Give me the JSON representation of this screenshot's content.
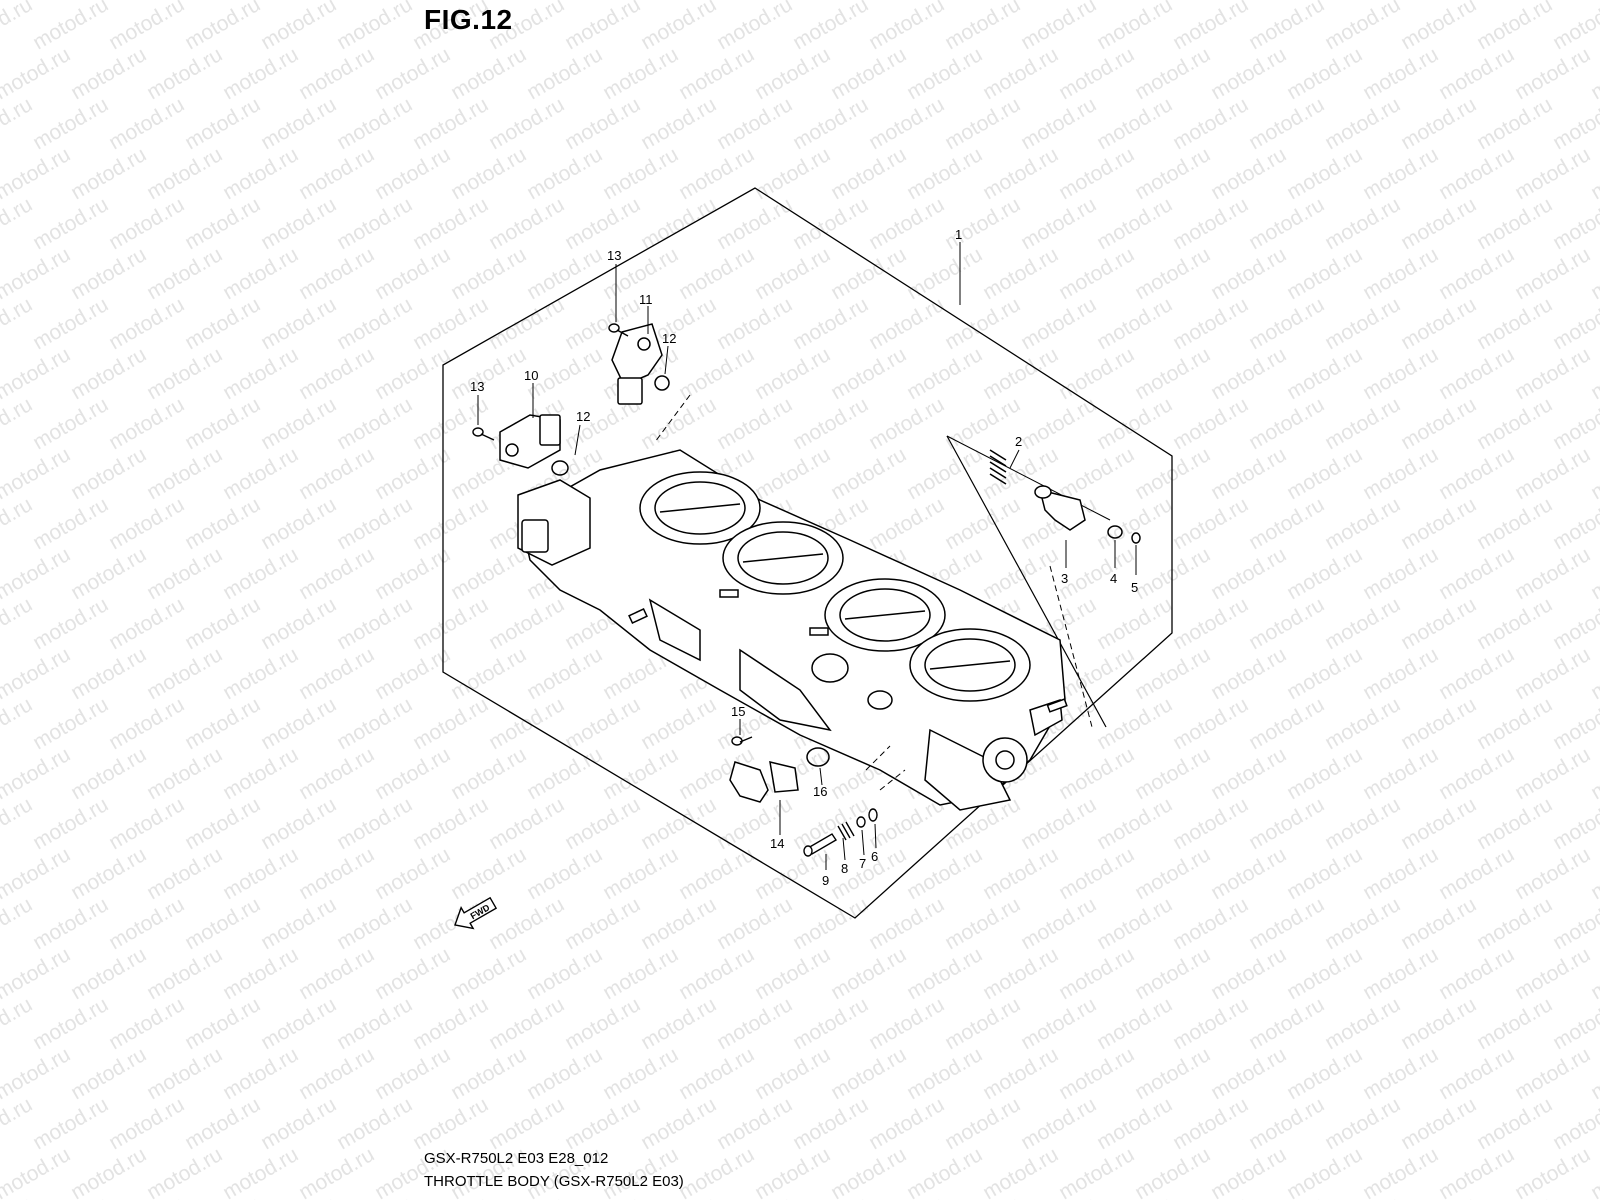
{
  "figure": {
    "title": "FIG.12",
    "model_code": "GSX-R750L2 E03 E28_012",
    "assembly_name": "THROTTLE BODY (GSX-R750L2 E03)",
    "watermark": "motod.ru",
    "fwd_label": "FWD"
  },
  "callouts": [
    {
      "id": "part-1",
      "label": "1"
    },
    {
      "id": "part-2",
      "label": "2"
    },
    {
      "id": "part-3",
      "label": "3"
    },
    {
      "id": "part-4",
      "label": "4"
    },
    {
      "id": "part-5",
      "label": "5"
    },
    {
      "id": "part-6",
      "label": "6"
    },
    {
      "id": "part-7",
      "label": "7"
    },
    {
      "id": "part-8",
      "label": "8"
    },
    {
      "id": "part-9",
      "label": "9"
    },
    {
      "id": "part-10",
      "label": "10"
    },
    {
      "id": "part-11",
      "label": "11"
    },
    {
      "id": "part-12a",
      "label": "12"
    },
    {
      "id": "part-12b",
      "label": "12"
    },
    {
      "id": "part-13a",
      "label": "13"
    },
    {
      "id": "part-13b",
      "label": "13"
    },
    {
      "id": "part-14",
      "label": "14"
    },
    {
      "id": "part-15",
      "label": "15"
    },
    {
      "id": "part-16",
      "label": "16"
    }
  ]
}
